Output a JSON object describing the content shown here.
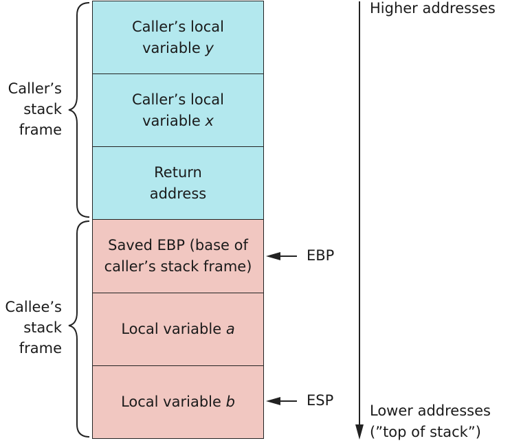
{
  "caller_frame": {
    "label": [
      "Caller’s",
      "stack",
      "frame"
    ],
    "color": "#b3e8ee",
    "cells": [
      {
        "lines": [
          "Caller’s local",
          "variable "
        ],
        "var": "y"
      },
      {
        "lines": [
          "Caller’s local",
          "variable "
        ],
        "var": "x"
      },
      {
        "lines": [
          "Return",
          "address"
        ],
        "var": ""
      }
    ]
  },
  "callee_frame": {
    "label": [
      "Callee’s",
      "stack",
      "frame"
    ],
    "color": "#f1c7c1",
    "cells": [
      {
        "lines": [
          "Saved EBP (base of",
          "caller’s stack frame)"
        ],
        "var": ""
      },
      {
        "lines": [
          "Local variable "
        ],
        "var": "a"
      },
      {
        "lines": [
          "Local variable "
        ],
        "var": "b"
      }
    ]
  },
  "pointers": {
    "ebp": "EBP",
    "esp": "ESP"
  },
  "address_axis": {
    "top": "Higher addresses",
    "bottom_line1": "Lower addresses",
    "bottom_line2": "(”top of stack”)"
  }
}
